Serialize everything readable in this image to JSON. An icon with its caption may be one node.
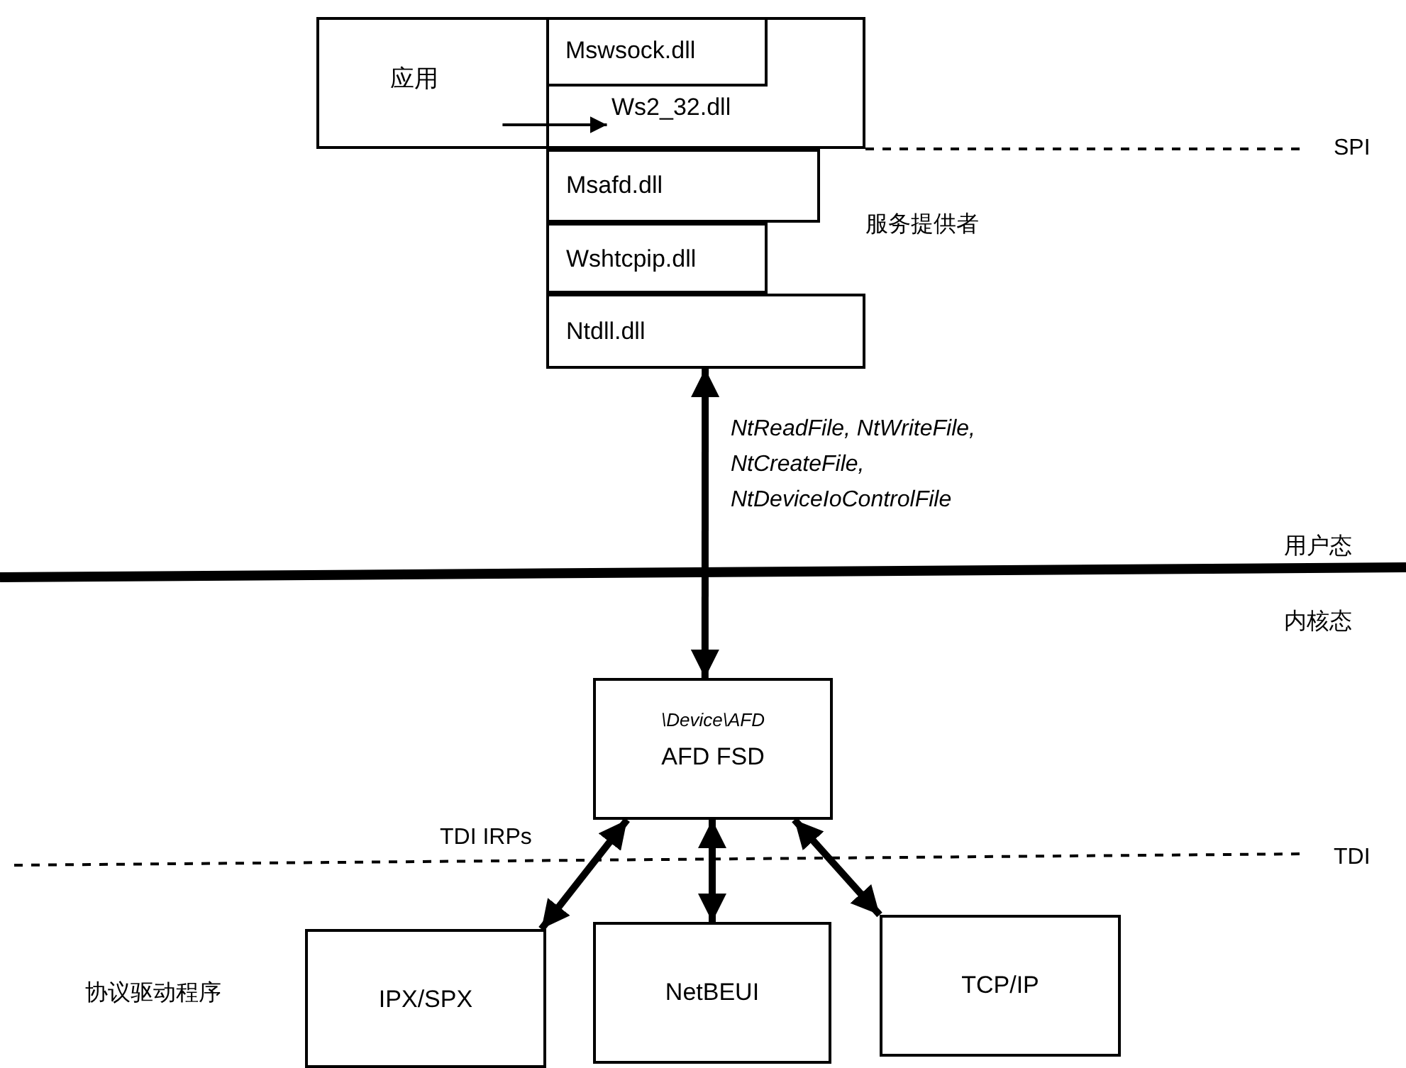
{
  "diagram": {
    "nodes": [
      {
        "text": [
          "应用"
        ]
      },
      {
        "text": [
          "Ws2_32.dll"
        ]
      },
      {
        "text": [
          "Mswsock.dll"
        ],
        "in": 1
      },
      {
        "text": [
          "Msafd.dll"
        ]
      },
      {
        "text": [
          "Wshtcpip.dll"
        ]
      },
      {
        "text": [
          "Ntdll.dll"
        ]
      },
      {
        "text": [
          "\\Device\\AFD",
          "AFD FSD"
        ]
      },
      {
        "text": [
          "IPX/SPX"
        ]
      },
      {
        "text": [
          "NetBEUI"
        ]
      },
      {
        "text": [
          "TCP/IP"
        ]
      }
    ],
    "edges": [
      {
        "from": 0,
        "to": 1,
        "arrow": "to"
      },
      {
        "from": 5,
        "to": 6,
        "arrow": "both",
        "label": "NtReadFile, NtWriteFile, NtCreateFile, NtDeviceIoControlFile"
      },
      {
        "from": 6,
        "to": 7,
        "arrow": "both",
        "label": "TDI IRPs"
      },
      {
        "from": 6,
        "to": 8,
        "arrow": "both"
      },
      {
        "from": 6,
        "to": 9,
        "arrow": "both"
      }
    ],
    "labels": [
      "SPI",
      "服务提供者",
      "用户态",
      "内核态",
      "TDI",
      "协议驱动程序"
    ]
  }
}
